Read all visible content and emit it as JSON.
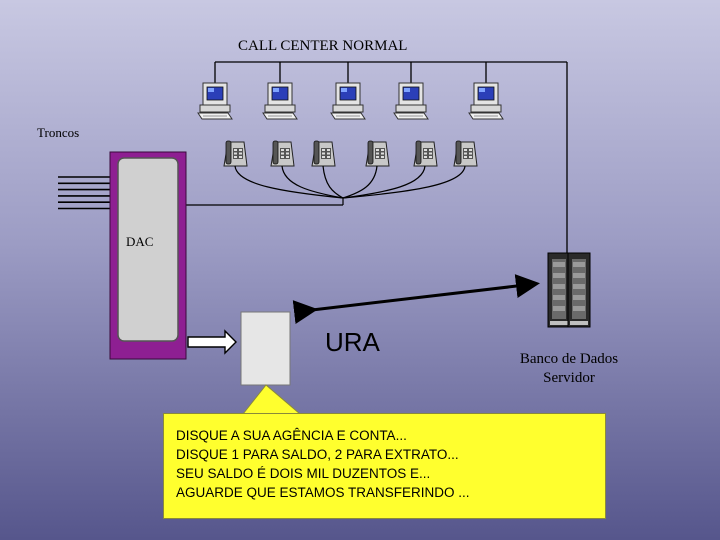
{
  "title": "CALL CENTER NORMAL",
  "trunks_label": "Troncos",
  "acd_label": "DAC",
  "ivr_label": "URA",
  "database": {
    "line1": "Banco de Dados",
    "line2": "Servidor"
  },
  "ivr_messages": [
    "DISQUE A SUA AGÊNCIA E CONTA...",
    "DISQUE 1 PARA SALDO, 2 PARA EXTRATO...",
    "SEU SALDO É DOIS MIL DUZENTOS E...",
    "AGUARDE QUE ESTAMOS TRANSFERINDO ..."
  ],
  "colors": {
    "acd_frame": "#8e1f92",
    "callout": "#ffff2e"
  },
  "icons": {
    "workstation": "computer-icon",
    "agent_phone": "telephone-icon",
    "server": "server-rack-icon"
  },
  "counts": {
    "workstations": 5,
    "phones": 6,
    "trunk_lines": 6
  }
}
